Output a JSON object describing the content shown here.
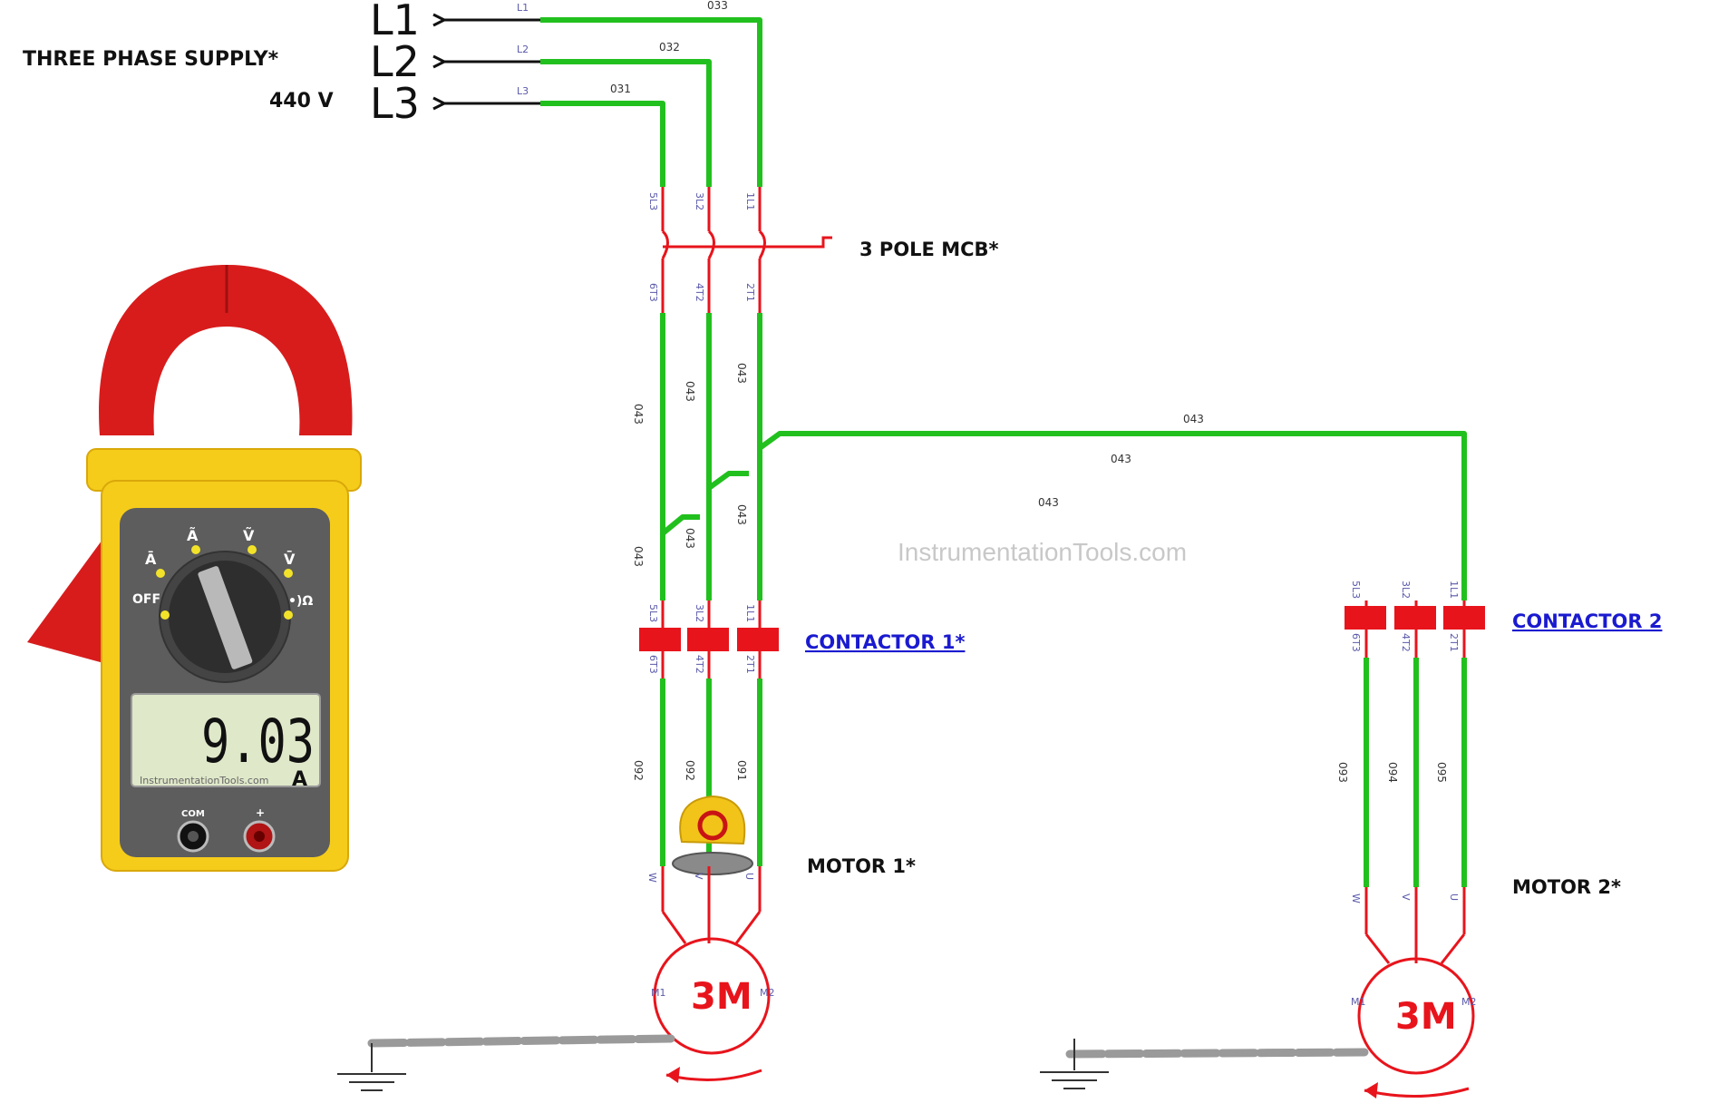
{
  "supply": {
    "title": "THREE PHASE SUPPLY*",
    "voltage": "440 V",
    "phases": [
      "L1",
      "L2",
      "L3"
    ],
    "phase_terminals": [
      "L1",
      "L2",
      "L3"
    ],
    "supply_wires": [
      "033",
      "032",
      "031"
    ]
  },
  "mcb": {
    "label": "3 POLE MCB*",
    "top_terminals": [
      "5L3",
      "3L2",
      "1L1"
    ],
    "bottom_terminals": [
      "6T3",
      "4T2",
      "2T1"
    ]
  },
  "wires": {
    "after_mcb": [
      "043",
      "043",
      "043"
    ],
    "branch": [
      "043",
      "043",
      "043"
    ],
    "drop": [
      "043",
      "043",
      "043"
    ],
    "motor1_leads": [
      "092",
      "092",
      "091"
    ],
    "motor2_leads": [
      "093",
      "094",
      "095"
    ]
  },
  "contactor1": {
    "label": "CONTACTOR 1*",
    "top_terminals": [
      "5L3",
      "3L2",
      "1L1"
    ],
    "bottom_terminals": [
      "6T3",
      "4T2",
      "2T1"
    ]
  },
  "contactor2": {
    "label": "CONTACTOR 2",
    "top_terminals": [
      "5L3",
      "3L2",
      "1L1"
    ],
    "bottom_terminals": [
      "6T3",
      "4T2",
      "2T1"
    ]
  },
  "motor1": {
    "label": "MOTOR 1*",
    "terminals": [
      "W",
      "V",
      "U"
    ],
    "poles": [
      "M1",
      "M2"
    ],
    "symbol": "3M"
  },
  "motor2": {
    "label": "MOTOR 2*",
    "terminals": [
      "W",
      "V",
      "U"
    ],
    "poles": [
      "M1",
      "M2"
    ],
    "symbol": "3M"
  },
  "meter": {
    "reading": "9.03",
    "unit": "A",
    "dial_labels": {
      "off": "OFF",
      "dc_amps": "Ā",
      "ac_amps": "Ã",
      "ac_volts": "Ṽ",
      "dc_volts": "V̄",
      "ohms": "•)Ω"
    },
    "jack_labels": [
      "COM",
      "+"
    ],
    "brand": "InstrumentationTools.com"
  },
  "watermark": "InstrumentationTools.com",
  "colors": {
    "energized": "#22c01e",
    "deenergized": "#e8141c",
    "contact": "#e8141c",
    "ground": "#9a9a9a",
    "meter_body": "#f5cc1a",
    "meter_jaw": "#d81c1c",
    "meter_panel": "#5d5d5d",
    "lcd": "#dfe8c9",
    "link": "#1a1ad0"
  },
  "icons": {
    "clamp_meter": "clamp-meter-icon",
    "ground": "ground-icon",
    "motor": "motor-icon",
    "clamp_probe": "clamp-probe-icon"
  }
}
